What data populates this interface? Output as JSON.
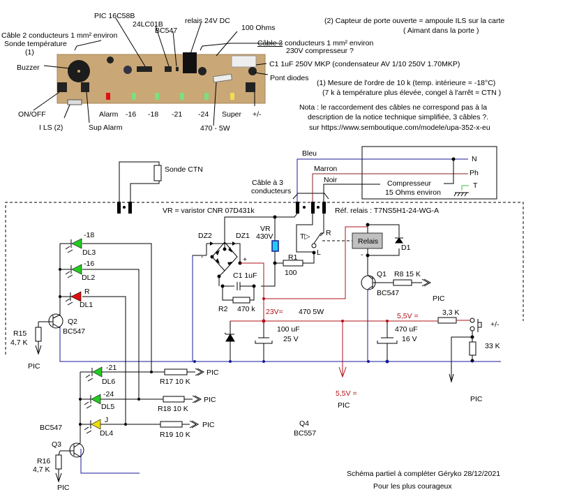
{
  "photo_labels": {
    "cable2": "Câble 2 conducteurs 1 mm² environ",
    "sonde": "Sonde  température",
    "note1": "(1)",
    "pic": "PIC 16C58B",
    "eeprom": "24LC01B",
    "bc547": "BC547",
    "relais": "relais 24V DC",
    "ohms100": "100 Ohms",
    "cable3_u": "Câble 3",
    "cable3_rest": " conducteurs  1 mm²  environ",
    "compresseur": "230V  compresseur ?",
    "c1": "C1   1uF 250V MKP  (condensateur AV 1/10 250V 1.70MKP)",
    "pont": "Pont diodes",
    "buzzer": "Buzzer",
    "onoff": "ON/OFF",
    "ils": "I LS (2)",
    "supalarm": "Sup Alarm",
    "alarm": "Alarm",
    "m16": "-16",
    "m18": "-18",
    "m21": "-21",
    "m24": "-24",
    "super": "Super",
    "plusminus": "+/-",
    "r470": "470 - 5W"
  },
  "notes": {
    "n2_line1": "(2)  Capteur de porte ouverte = ampoule ILS sur la carte",
    "n2_line2": "( Aimant dans la porte )",
    "n1_line1": "(1) Mesure de l'ordre de 10 k  (temp. intérieure =  -18°C)",
    "n1_line2": "(7 k à température plus élevée, congel à l'arrêt  = CTN )",
    "nota_line1": "Nota : le raccordement des câbles ne correspond pas à la",
    "nota_line2": "description de la notice technique simplifiée,   3 câbles ?.",
    "nota_line3": "sur https://www.semboutique.com/modele/upa-352-x-eu"
  },
  "schematic": {
    "sonde_ctn": "Sonde CTN",
    "cable3_l1": "Câble à 3",
    "cable3_l2": "conducteurs",
    "bleu": "Bleu",
    "marron": "Marron",
    "noir": "Noir",
    "N": "N",
    "Ph": "Ph",
    "T": "T",
    "compresseur_l1": "Compresseur",
    "compresseur_l2": "15 Ohms environ",
    "vr_note": "VR = varistor CNR 07D431k",
    "ref_relais": "Réf. relais : T7NS5H1-24-WG-A",
    "dz2": "DZ2",
    "dz1": "DZ1",
    "vr": "VR",
    "vr_v": "430V",
    "minus": "-",
    "plus": "+",
    "c1": "C1   1uF",
    "r1": "R1",
    "r1_v": "100",
    "r2": "R2",
    "r2_v": "470 k",
    "tp": "T▷",
    "sw_r": "R",
    "sw_l": "L",
    "relais": "Relais",
    "d1": "D1",
    "relay_plus": "+",
    "relay_minus": "-",
    "q1": "Q1",
    "q1_type": "BC547",
    "r8": "R8  15 K",
    "pic_q1": "PIC",
    "v23": "23V=",
    "r470": "470 5W",
    "v55": "5,5V =",
    "r33k3": "3,3 K",
    "pm": "+/-",
    "c100": "100 uF",
    "c100_v": "25 V",
    "c470": "470 uF",
    "c470_v": "16 V",
    "r33k": "33 K",
    "v55_b": "5,5V =",
    "pic_55": "PIC",
    "pic_pm": "PIC",
    "dl3_t": "-18",
    "dl3": "DL3",
    "dl2_t": "-16",
    "dl2": "DL2",
    "dl1_t": "R",
    "dl1": "DL1",
    "q2": "Q2",
    "q2_type": "BC547",
    "r15": "R15",
    "r15_v": "4,7 K",
    "pic_q2": "PIC",
    "dl6_t": "-21",
    "dl6": "DL6",
    "dl5_t": "-24",
    "dl5": "DL5",
    "dl4_t": "J",
    "dl4": "DL4",
    "r17": "R17 10 K",
    "r18": "R18 10 K",
    "r19": "R19 10 K",
    "pic17": "PIC",
    "pic18": "PIC",
    "pic19": "PIC",
    "q3_type": "BC547",
    "q3": "Q3",
    "r16": "R16",
    "r16_v": "4,7 K",
    "pic_q3": "PIC",
    "q4": "Q4",
    "q4_type": "BC557"
  },
  "footer": {
    "line1": "Schéma partiel à compléter  Géryko   28/12/2021",
    "line2": "Pour les plus courageux"
  },
  "colors": {
    "wire_blue": "#1a1a9a",
    "wire_red": "#b0101a",
    "wire_brown": "#8b1c1c",
    "pcb": "#c9a777",
    "led_green": "#22cc22",
    "led_red": "#dd1111",
    "led_yellow": "#eedd00",
    "varistor": "#22ccee",
    "relay": "#c0c0c0",
    "earth": "#44bb44"
  }
}
